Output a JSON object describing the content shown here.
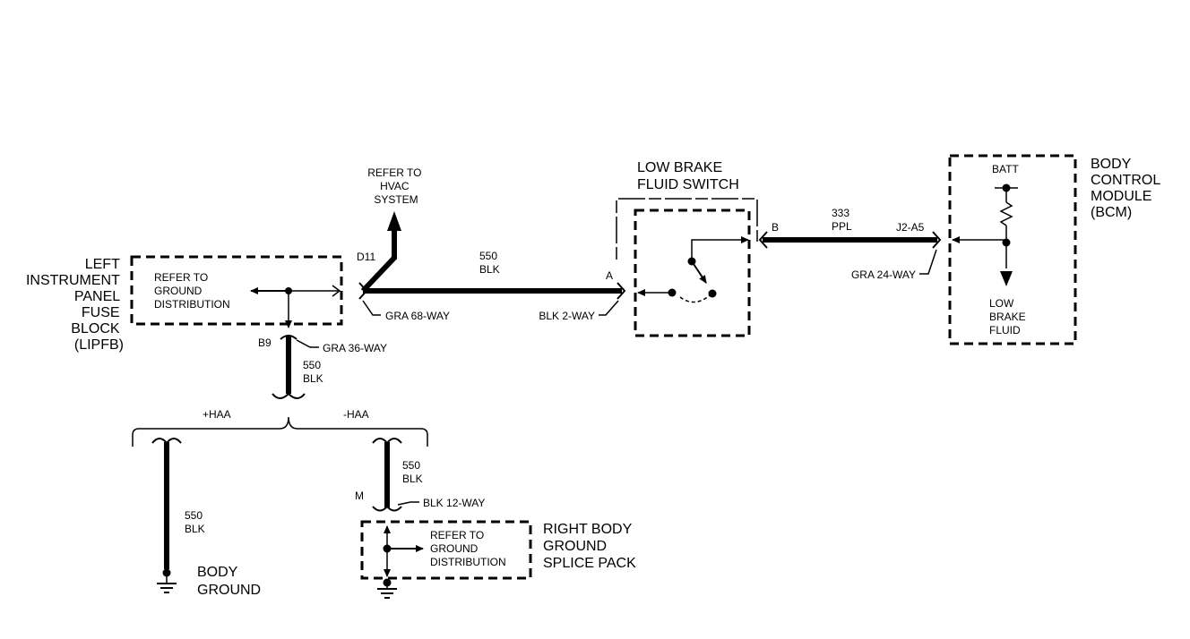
{
  "lipfb": {
    "name_lines": [
      "LEFT",
      "INSTRUMENT",
      "PANEL",
      "FUSE",
      "BLOCK",
      "(LIPFB)"
    ],
    "refer_lines": [
      "REFER TO",
      "GROUND",
      "DISTRIBUTION"
    ]
  },
  "hvac_ref_lines": [
    "REFER TO",
    "HVAC",
    "SYSTEM"
  ],
  "connectors": {
    "d11": "D11",
    "gra68": "GRA 68-WAY",
    "b9": "B9",
    "gra36": "GRA 36-WAY",
    "a": "A",
    "blk2": "BLK 2-WAY",
    "b": "B",
    "j2a5": "J2-A5",
    "gra24": "GRA 24-WAY",
    "m": "M",
    "blk12": "BLK 12-WAY"
  },
  "wires": {
    "main_circuit": "550",
    "main_color": "BLK",
    "down_circuit": "550",
    "down_color": "BLK",
    "left_branch_circuit": "550",
    "left_branch_color": "BLK",
    "right_branch_circuit": "550",
    "right_branch_color": "BLK",
    "bcm_circuit": "333",
    "bcm_color": "PPL"
  },
  "options": {
    "plus_haa": "+HAA",
    "minus_haa": "-HAA"
  },
  "switch_lines": [
    "LOW BRAKE",
    "FLUID SWITCH"
  ],
  "bcm": {
    "name_lines": [
      "BODY",
      "CONTROL",
      "MODULE",
      "(BCM)"
    ],
    "batt": "BATT",
    "input_lines": [
      "LOW",
      "BRAKE",
      "FLUID"
    ]
  },
  "body_ground_lines": [
    "BODY",
    "GROUND"
  ],
  "splice_pack": {
    "name_lines": [
      "RIGHT BODY",
      "GROUND",
      "SPLICE PACK"
    ],
    "refer_lines": [
      "REFER TO",
      "GROUND",
      "DISTRIBUTION"
    ]
  }
}
